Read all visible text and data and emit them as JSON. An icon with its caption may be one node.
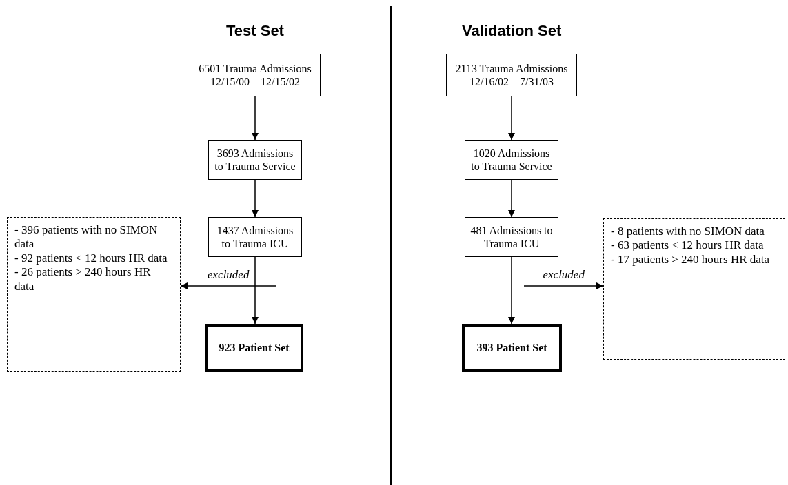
{
  "diagram": {
    "nodes": [
      {
        "text": [
          "6501 Trauma Admissions 12/15/00 – 12/15/02"
        ]
      },
      {
        "text": [
          "3693 Admissions to Trauma Service"
        ]
      },
      {
        "text": [
          "1437 Admissions to Trauma ICU"
        ]
      },
      {
        "text": [
          "- 396 patients with no SIMON data",
          "- 92 patients < 12 hours HR data",
          "- 26 patients > 240 hours HR data"
        ]
      },
      {
        "text": [
          "923 Patient Set"
        ]
      },
      {
        "text": [
          "2113 Trauma Admissions 12/16/02 – 7/31/03"
        ]
      },
      {
        "text": [
          "1020 Admissions to Trauma Service"
        ]
      },
      {
        "text": [
          "481 Admissions to Trauma ICU"
        ]
      },
      {
        "text": [
          "- 8 patients with no SIMON data",
          "- 63 patients < 12 hours HR data",
          "- 17 patients > 240 hours HR data"
        ]
      },
      {
        "text": [
          "393 Patient Set"
        ]
      }
    ],
    "edges": [
      {
        "from": 0,
        "to": 1,
        "arrow": "to"
      },
      {
        "from": 1,
        "to": 2,
        "arrow": "to"
      },
      {
        "from": 2,
        "to": 4,
        "arrow": "to"
      },
      {
        "from": null,
        "to": 3,
        "arrow": "to",
        "label": "excluded"
      },
      {
        "from": 5,
        "to": 6,
        "arrow": "to"
      },
      {
        "from": 6,
        "to": 7,
        "arrow": "to"
      },
      {
        "from": 7,
        "to": 9,
        "arrow": "to"
      },
      {
        "from": null,
        "to": 8,
        "arrow": "to",
        "label": "excluded"
      }
    ],
    "labels": [
      "Test Set",
      "Validation Set"
    ]
  }
}
